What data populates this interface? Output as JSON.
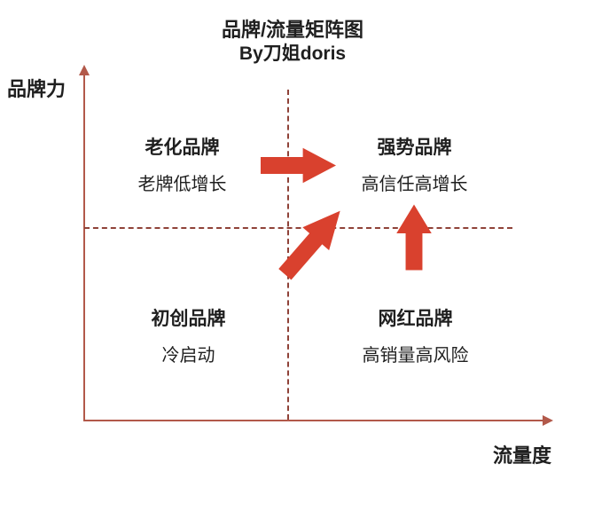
{
  "title": {
    "line1": "品牌/流量矩阵图",
    "line2": "By刀姐doris"
  },
  "axes": {
    "y_label": "品牌力",
    "x_label": "流量度",
    "axis_color": "#b2594a",
    "divider_color": "#8f4238"
  },
  "quadrants": {
    "top_left": {
      "name": "老化品牌",
      "desc": "老牌低增长"
    },
    "top_right": {
      "name": "强势品牌",
      "desc": "高信任高增长"
    },
    "bottom_left": {
      "name": "初创品牌",
      "desc": "冷启动"
    },
    "bottom_right": {
      "name": "网红品牌",
      "desc": "高销量高风险"
    }
  },
  "arrows": {
    "color": "#d9412e",
    "items": [
      {
        "name": "aging-to-strong",
        "direction": "right"
      },
      {
        "name": "startup-to-strong",
        "direction": "up-right"
      },
      {
        "name": "influencer-to-strong",
        "direction": "up"
      }
    ]
  },
  "text_color": "#1f1f1f"
}
